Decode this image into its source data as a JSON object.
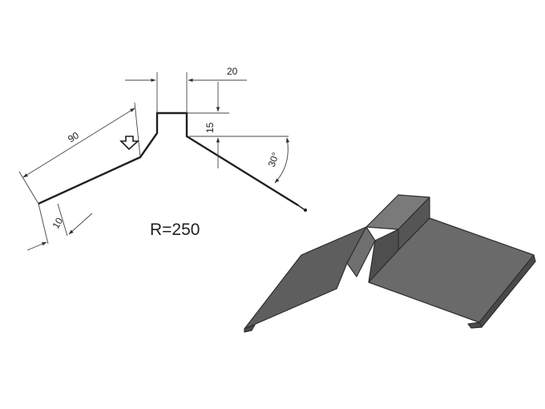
{
  "dimensions": {
    "top_width": "20",
    "step_height": "15",
    "slope_length": "90",
    "hem_length": "10",
    "angle": "30°"
  },
  "radius_label": "R=250",
  "colors": {
    "line": "#1f1f1f",
    "dim_line": "#444444",
    "sheet_dark": "#555555",
    "sheet_mid": "#6b6b6b",
    "sheet_light": "#7d7d7d",
    "sheet_edge": "#2e2e2e"
  },
  "icons": {
    "direction_marker": "down-arrow-icon"
  }
}
